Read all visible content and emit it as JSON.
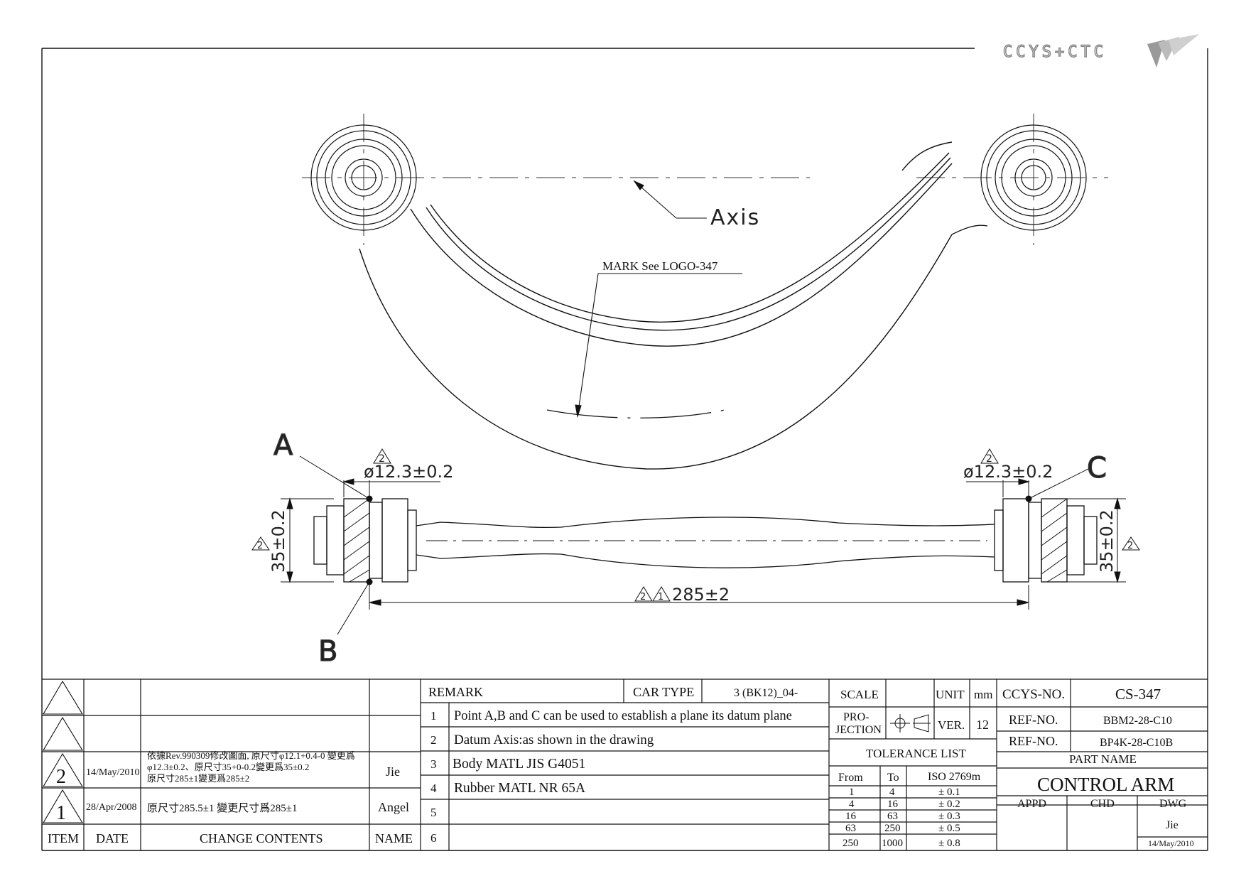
{
  "logo": {
    "text": "CCYS+CTC"
  },
  "labels": {
    "axis": "Axis",
    "mark": "MARK See LOGO-347",
    "point_a": "A",
    "point_b": "B",
    "point_c": "C",
    "dia_left": "ø12.3±0.2",
    "dia_right": "ø12.3±0.2",
    "height_left": "35±0.2",
    "height_right": "35±0.2",
    "length": "285±2",
    "rev_mark_2": "2",
    "rev_mark_1": "1"
  },
  "revisions": {
    "rows": [
      {
        "item": "2",
        "date": "14/May/2010",
        "content_line1": "依據Rev.990309修改圖面, 原尺寸φ12.1+0.4-0 變更爲",
        "content_line2": "φ12.3±0.2、原尺寸35+0-0.2變更爲35±0.2",
        "content_line3": "原尺寸285±1變更爲285±2",
        "name": "Jie"
      },
      {
        "item": "1",
        "date": "28/Apr/2008",
        "content_line1": "原尺寸285.5±1 變更尺寸爲285±1",
        "name": "Angel"
      }
    ],
    "headers": {
      "item": "ITEM",
      "date": "DATE",
      "content": "CHANGE CONTENTS",
      "name": "NAME"
    }
  },
  "remarks": {
    "header": "REMARK",
    "car_type_label": "CAR TYPE",
    "car_type_value": "3 (BK12)_04-",
    "items": [
      {
        "no": "1",
        "text": "Point A,B and C can be used to establish a plane its datum plane"
      },
      {
        "no": "2",
        "text": "Datum Axis:as shown in the drawing"
      },
      {
        "no": "3",
        "text": "Body MATL JIS G4051"
      },
      {
        "no": "4",
        "text": "Rubber MATL NR 65A"
      },
      {
        "no": "5",
        "text": ""
      },
      {
        "no": "6",
        "text": ""
      }
    ]
  },
  "spec": {
    "scale_label": "SCALE",
    "scale_value": "",
    "unit_label": "UNIT",
    "unit_value": "mm",
    "projection_label_1": "PRO-",
    "projection_label_2": "JECTION",
    "ver_label": "VER.",
    "ver_value": "12",
    "tolerance_title": "TOLERANCE LIST",
    "tol_headers": {
      "from": "From",
      "to": "To",
      "iso": "ISO 2769m"
    },
    "tolerances": [
      {
        "from": "1",
        "to": "4",
        "tol": "± 0.1"
      },
      {
        "from": "4",
        "to": "16",
        "tol": "± 0.2"
      },
      {
        "from": "16",
        "to": "63",
        "tol": "± 0.3"
      },
      {
        "from": "63",
        "to": "250",
        "tol": "± 0.5"
      },
      {
        "from": "250",
        "to": "1000",
        "tol": "± 0.8"
      }
    ]
  },
  "title_block": {
    "ccys_no_label": "CCYS-NO.",
    "ccys_no_value": "CS-347",
    "ref_no_label_1": "REF-NO.",
    "ref_no_value_1": "BBM2-28-C10",
    "ref_no_label_2": "REF-NO.",
    "ref_no_value_2": "BP4K-28-C10B",
    "part_name_label": "PART NAME",
    "part_name_value": "CONTROL ARM",
    "appd": "APPD",
    "chd": "CHD",
    "dwg": "DWG",
    "dwg_name": "Jie",
    "dwg_date": "14/May/2010"
  }
}
